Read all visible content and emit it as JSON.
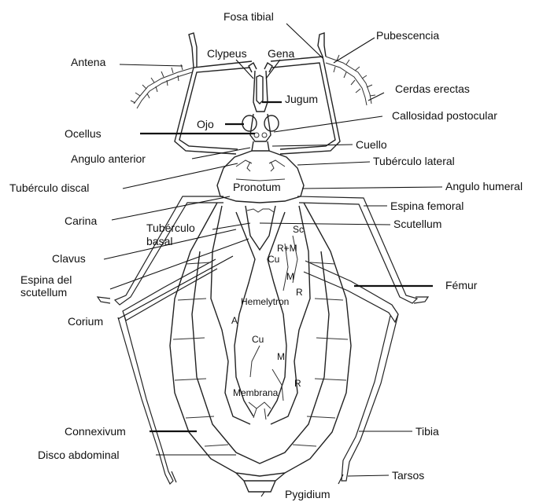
{
  "labels": {
    "fosa_tibial": "Fosa tibial",
    "pubescencia": "Pubescencia",
    "clypeus": "Clypeus",
    "gena": "Gena",
    "antena": "Antena",
    "cerdas_erectas": "Cerdas erectas",
    "jugum": "Jugum",
    "callosidad_postocular": "Callosidad postocular",
    "ocellus": "Ocellus",
    "ojo": "Ojo",
    "cuello": "Cuello",
    "angulo_anterior": "Angulo anterior",
    "tuberculo_lateral": "Tubérculo lateral",
    "tuberculo_discal": "Tubérculo discal",
    "pronotum": "Pronotum",
    "angulo_humeral": "Angulo humeral",
    "espina_femoral": "Espina femoral",
    "carina": "Carina",
    "tuberculo_basal_1": "Tubérculo",
    "tuberculo_basal_2": "basal",
    "scutellum": "Scutellum",
    "clavus": "Clavus",
    "espina_scutellum_1": "Espina del",
    "espina_scutellum_2": "scutellum",
    "femur": "Fémur",
    "corium": "Corium",
    "hemelytron": "Hemelytron",
    "membrana": "Membrana",
    "connexivum": "Connexivum",
    "tibia": "Tibia",
    "disco_abdominal": "Disco abdominal",
    "tarsos": "Tarsos",
    "pygidium": "Pygidium"
  },
  "vein_labels": {
    "sc": "Sc",
    "r_m": "R+M",
    "cu_upper": "Cu",
    "m_upper": "M",
    "r_upper": "R",
    "a": "A",
    "cu_lower": "Cu",
    "m_lower": "M",
    "r_lower": "R"
  }
}
